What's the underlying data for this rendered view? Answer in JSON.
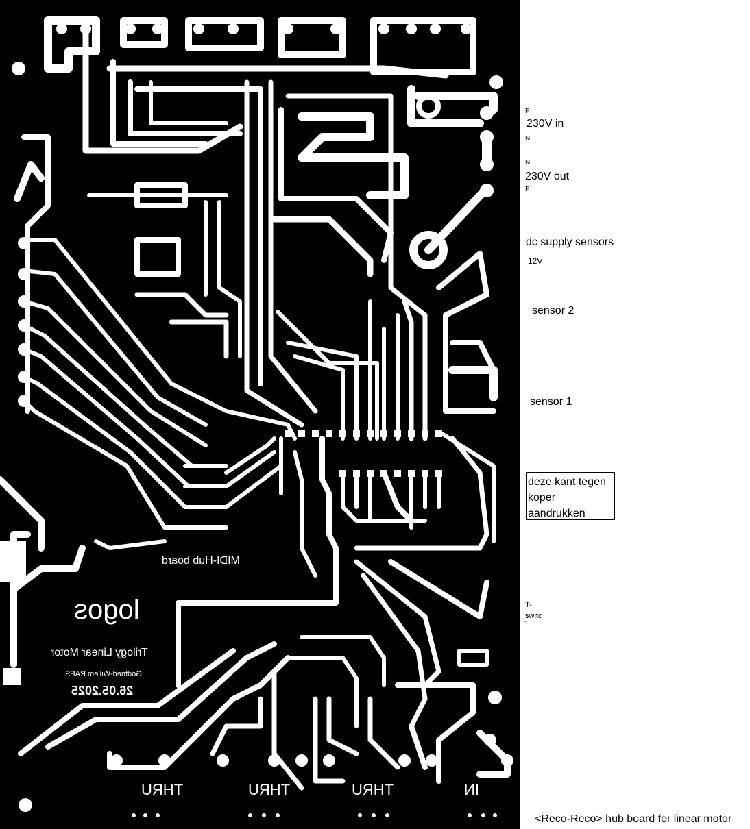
{
  "board": {
    "title_label": "MIDI-Hub board",
    "logo_text": "logos",
    "product": "Trilogy Linear Motor",
    "author": "Godfried-Willem RAES",
    "date": "26.05.2025",
    "ports": [
      "THRU",
      "THRU",
      "THRU",
      "IN"
    ]
  },
  "annotations": {
    "mains_in_f": "F",
    "mains_in": "230V in",
    "mains_in_n": "N",
    "mains_out_n": "N",
    "mains_out": "230V out",
    "mains_out_f": "F",
    "dc_supply": "dc supply sensors",
    "dc_voltage": "12V",
    "sensor2": "sensor 2",
    "sensor1": "sensor 1",
    "note_line1": "deze kant tegen",
    "note_line2": "koper",
    "note_line3": "aandrukken",
    "tswitch_line1": "T-",
    "tswitch_line2": "switc",
    "tswitch_line3": "'",
    "caption": "<Reco-Reco> hub board for linear motor"
  },
  "colors": {
    "board": "#000000",
    "copper": "#ffffff"
  }
}
